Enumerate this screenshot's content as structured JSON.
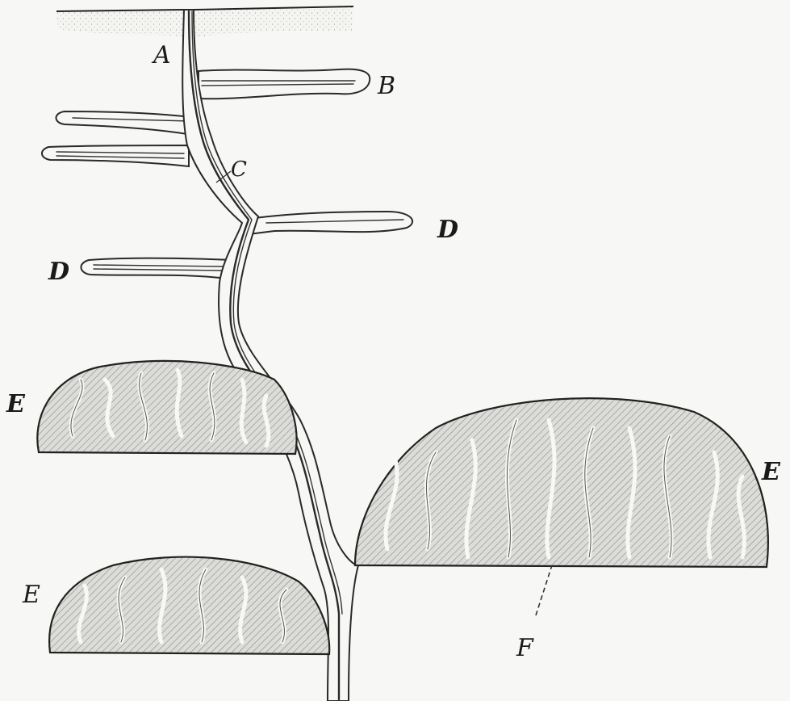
{
  "figure": {
    "labels": {
      "a": "A",
      "b": "B",
      "c": "C",
      "d_right": "D",
      "d_left": "D",
      "e_upper_left": "E",
      "e_right": "E",
      "e_lower_left": "E",
      "f": "F"
    }
  }
}
